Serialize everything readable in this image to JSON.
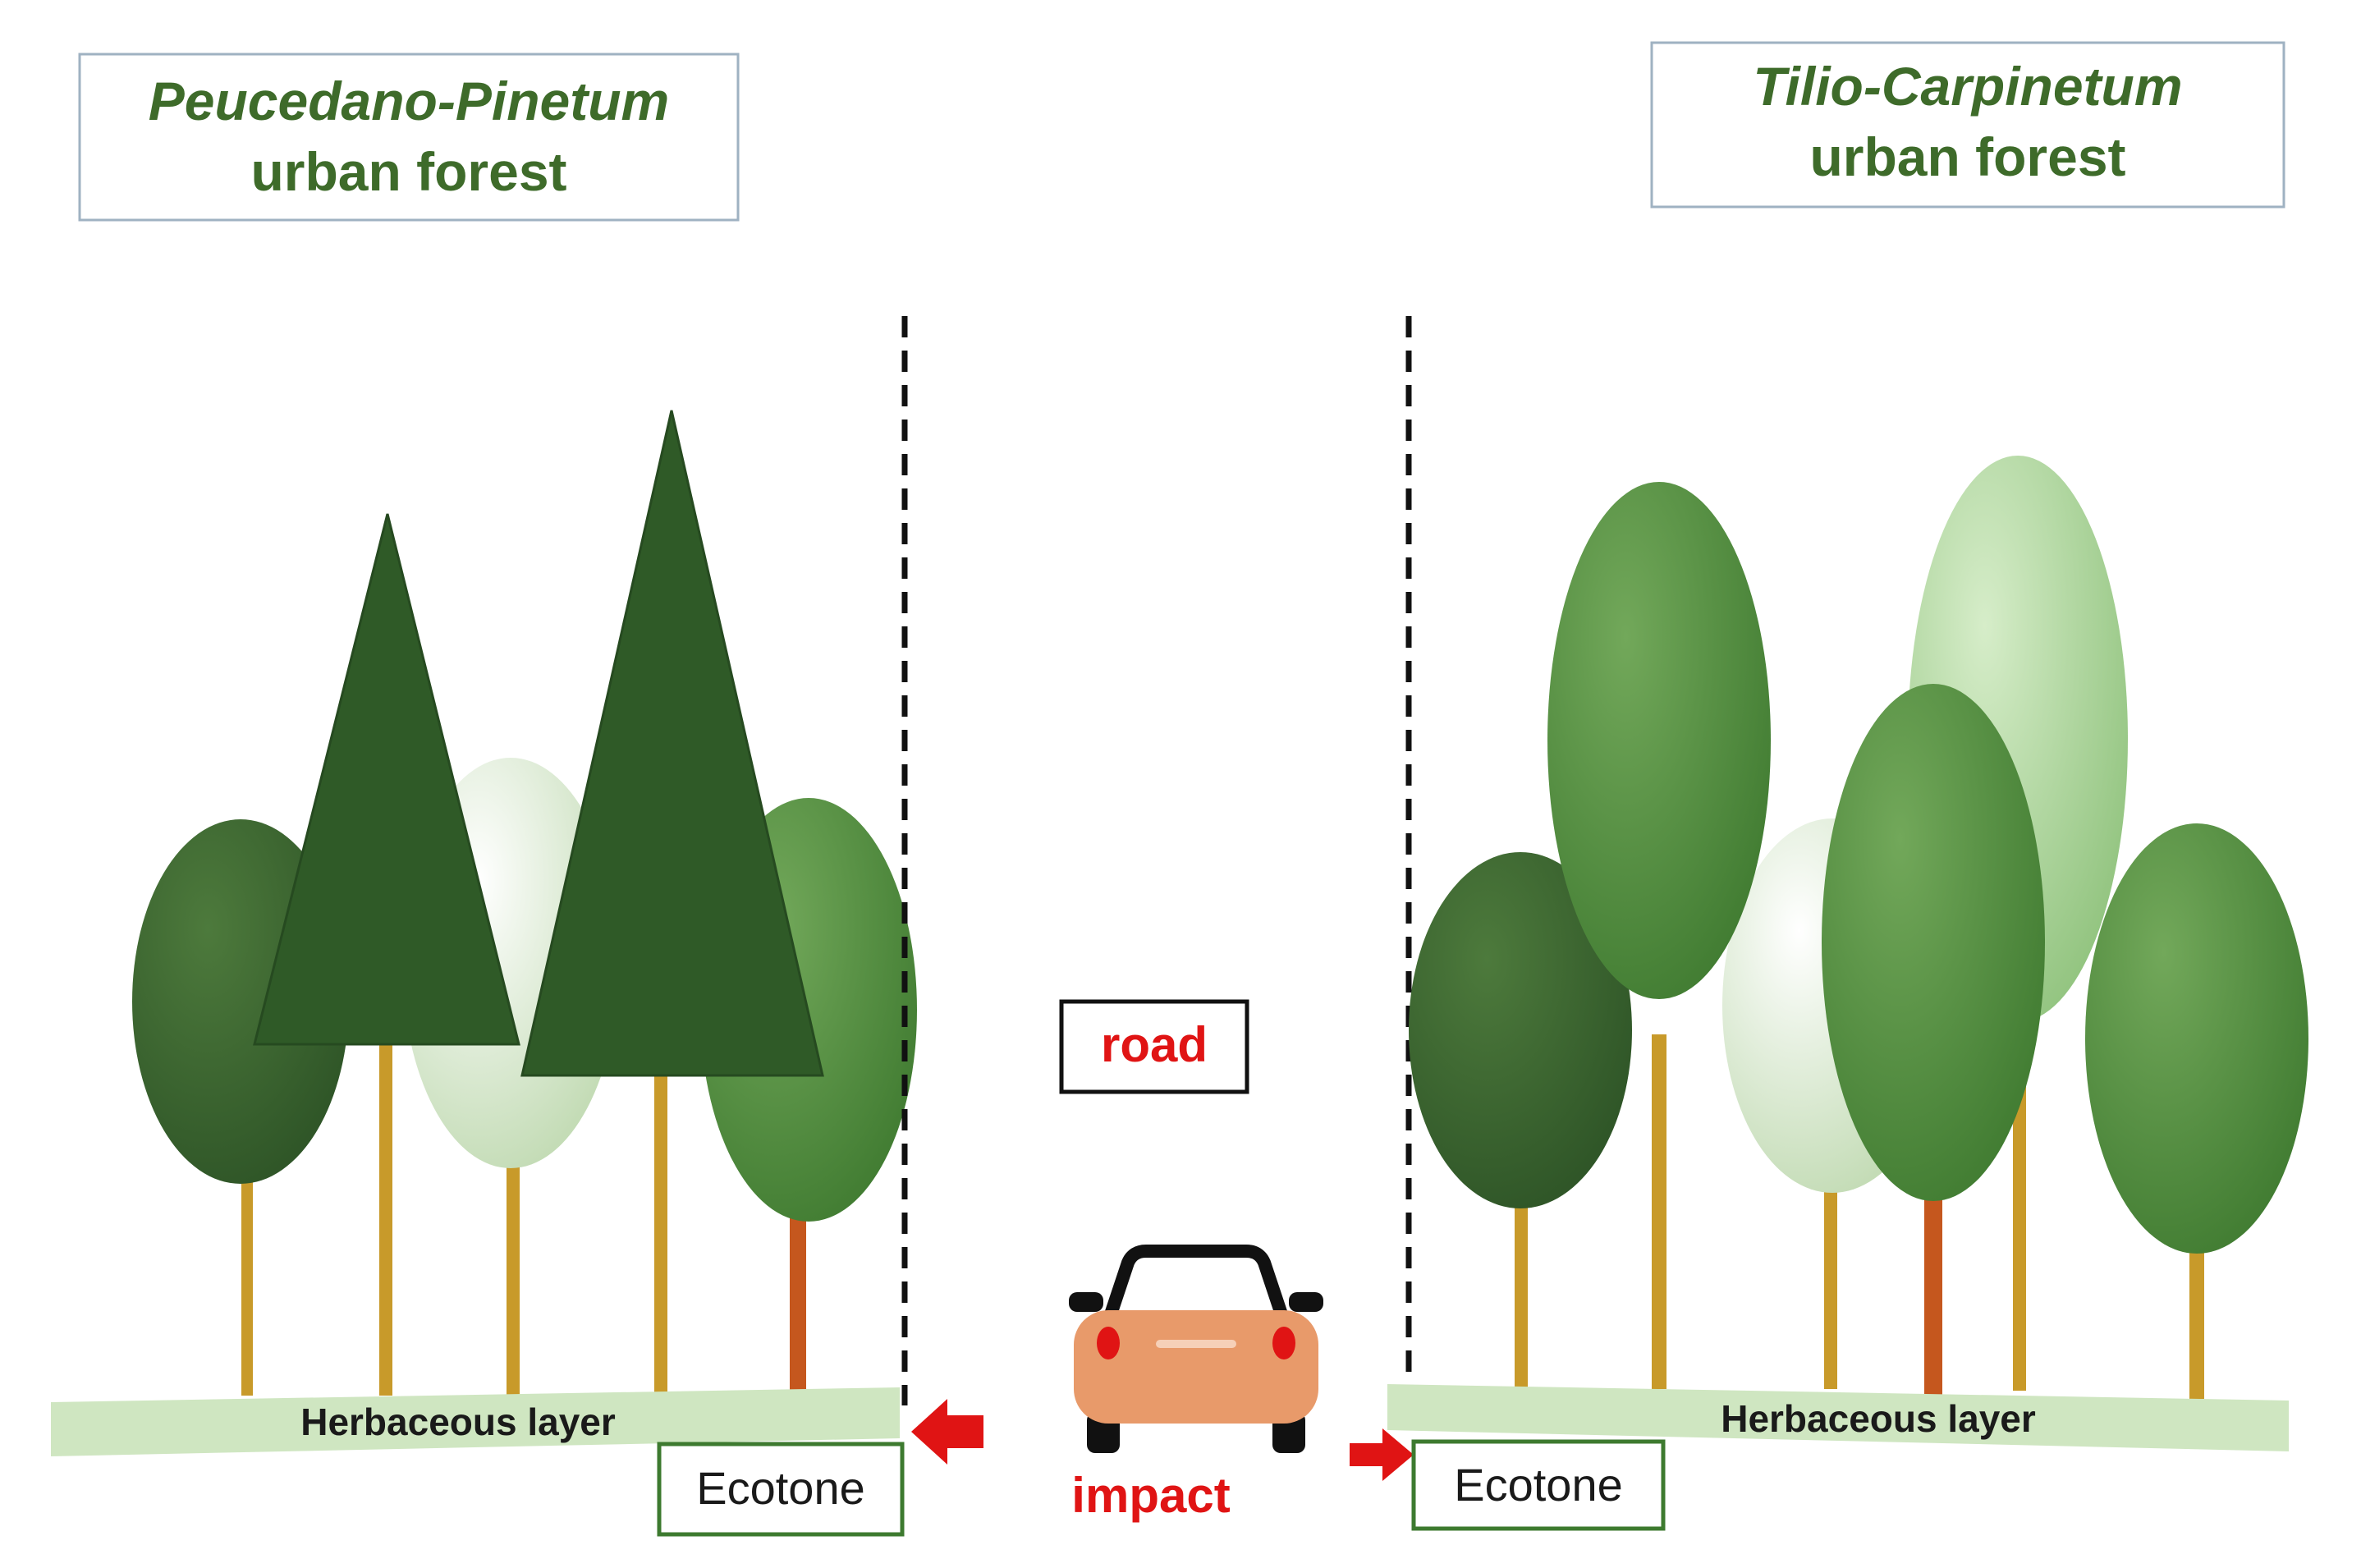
{
  "left_forest": {
    "title_italic": "Peucedano-Pinetum",
    "title_rest": "urban forest",
    "ground_label": "Herbaceous layer",
    "ecotone_label": "Ecotone"
  },
  "right_forest": {
    "title_italic": "Tilio-Carpinetum",
    "title_rest": "urban forest",
    "ground_label": "Herbaceous layer",
    "ecotone_label": "Ecotone"
  },
  "road_label": "road",
  "impact_label": "impact",
  "colors": {
    "dark_green": "#2f5a27",
    "mid_green": "#4e8a3c",
    "light_green": "#cfe5c0",
    "pale_green": "#a9d39a",
    "trunk": "#c89a2a",
    "trunk_orange": "#c5571e",
    "ground": "#cfe6c1",
    "title_green": "#3e6b2a",
    "red": "#e01414",
    "car": "#e89a6a"
  }
}
